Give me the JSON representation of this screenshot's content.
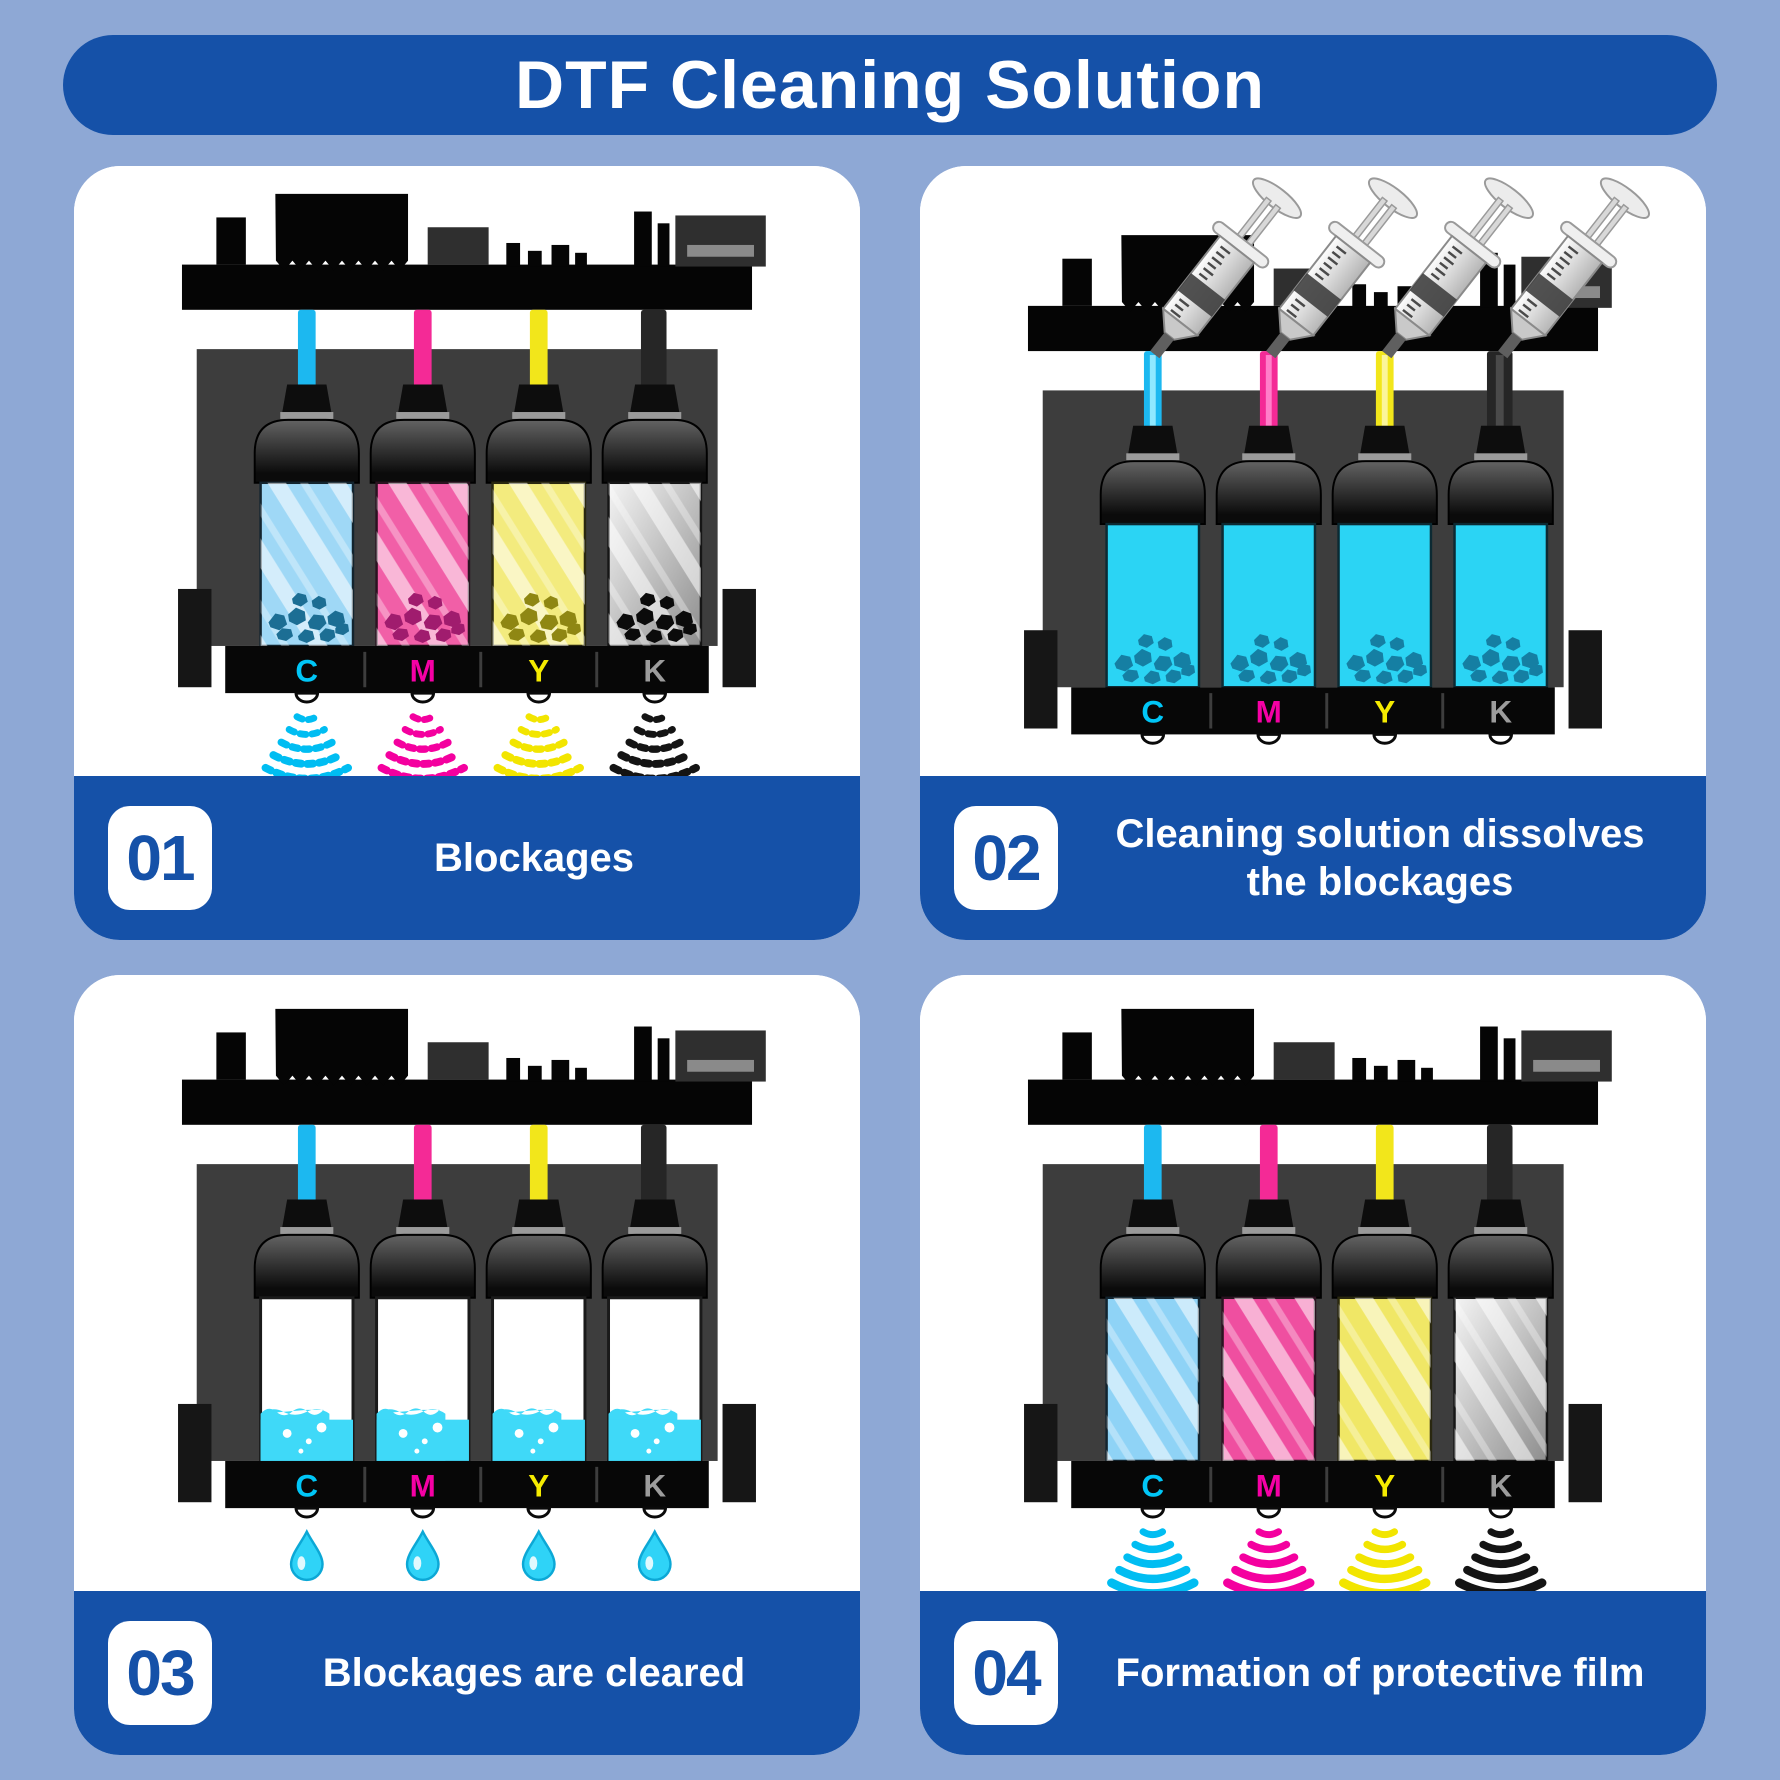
{
  "title": "DTF Cleaning Solution",
  "colors": {
    "background": "#8EA8D5",
    "accent_blue": "#1551A8",
    "white": "#FFFFFF",
    "ink_cyan": "#00BDF2",
    "ink_magenta": "#F4009F",
    "ink_yellow": "#F2E500",
    "ink_black": "#141414",
    "cleaning_solution_cyan": "#2BD4F4"
  },
  "cmyk_labels": [
    "C",
    "M",
    "Y",
    "K"
  ],
  "panels": [
    {
      "number": "01",
      "caption": "Blockages"
    },
    {
      "number": "02",
      "caption": "Cleaning solution dissolves the blockages"
    },
    {
      "number": "03",
      "caption": "Blockages are cleared"
    },
    {
      "number": "04",
      "caption": "Formation of protective film"
    }
  ]
}
